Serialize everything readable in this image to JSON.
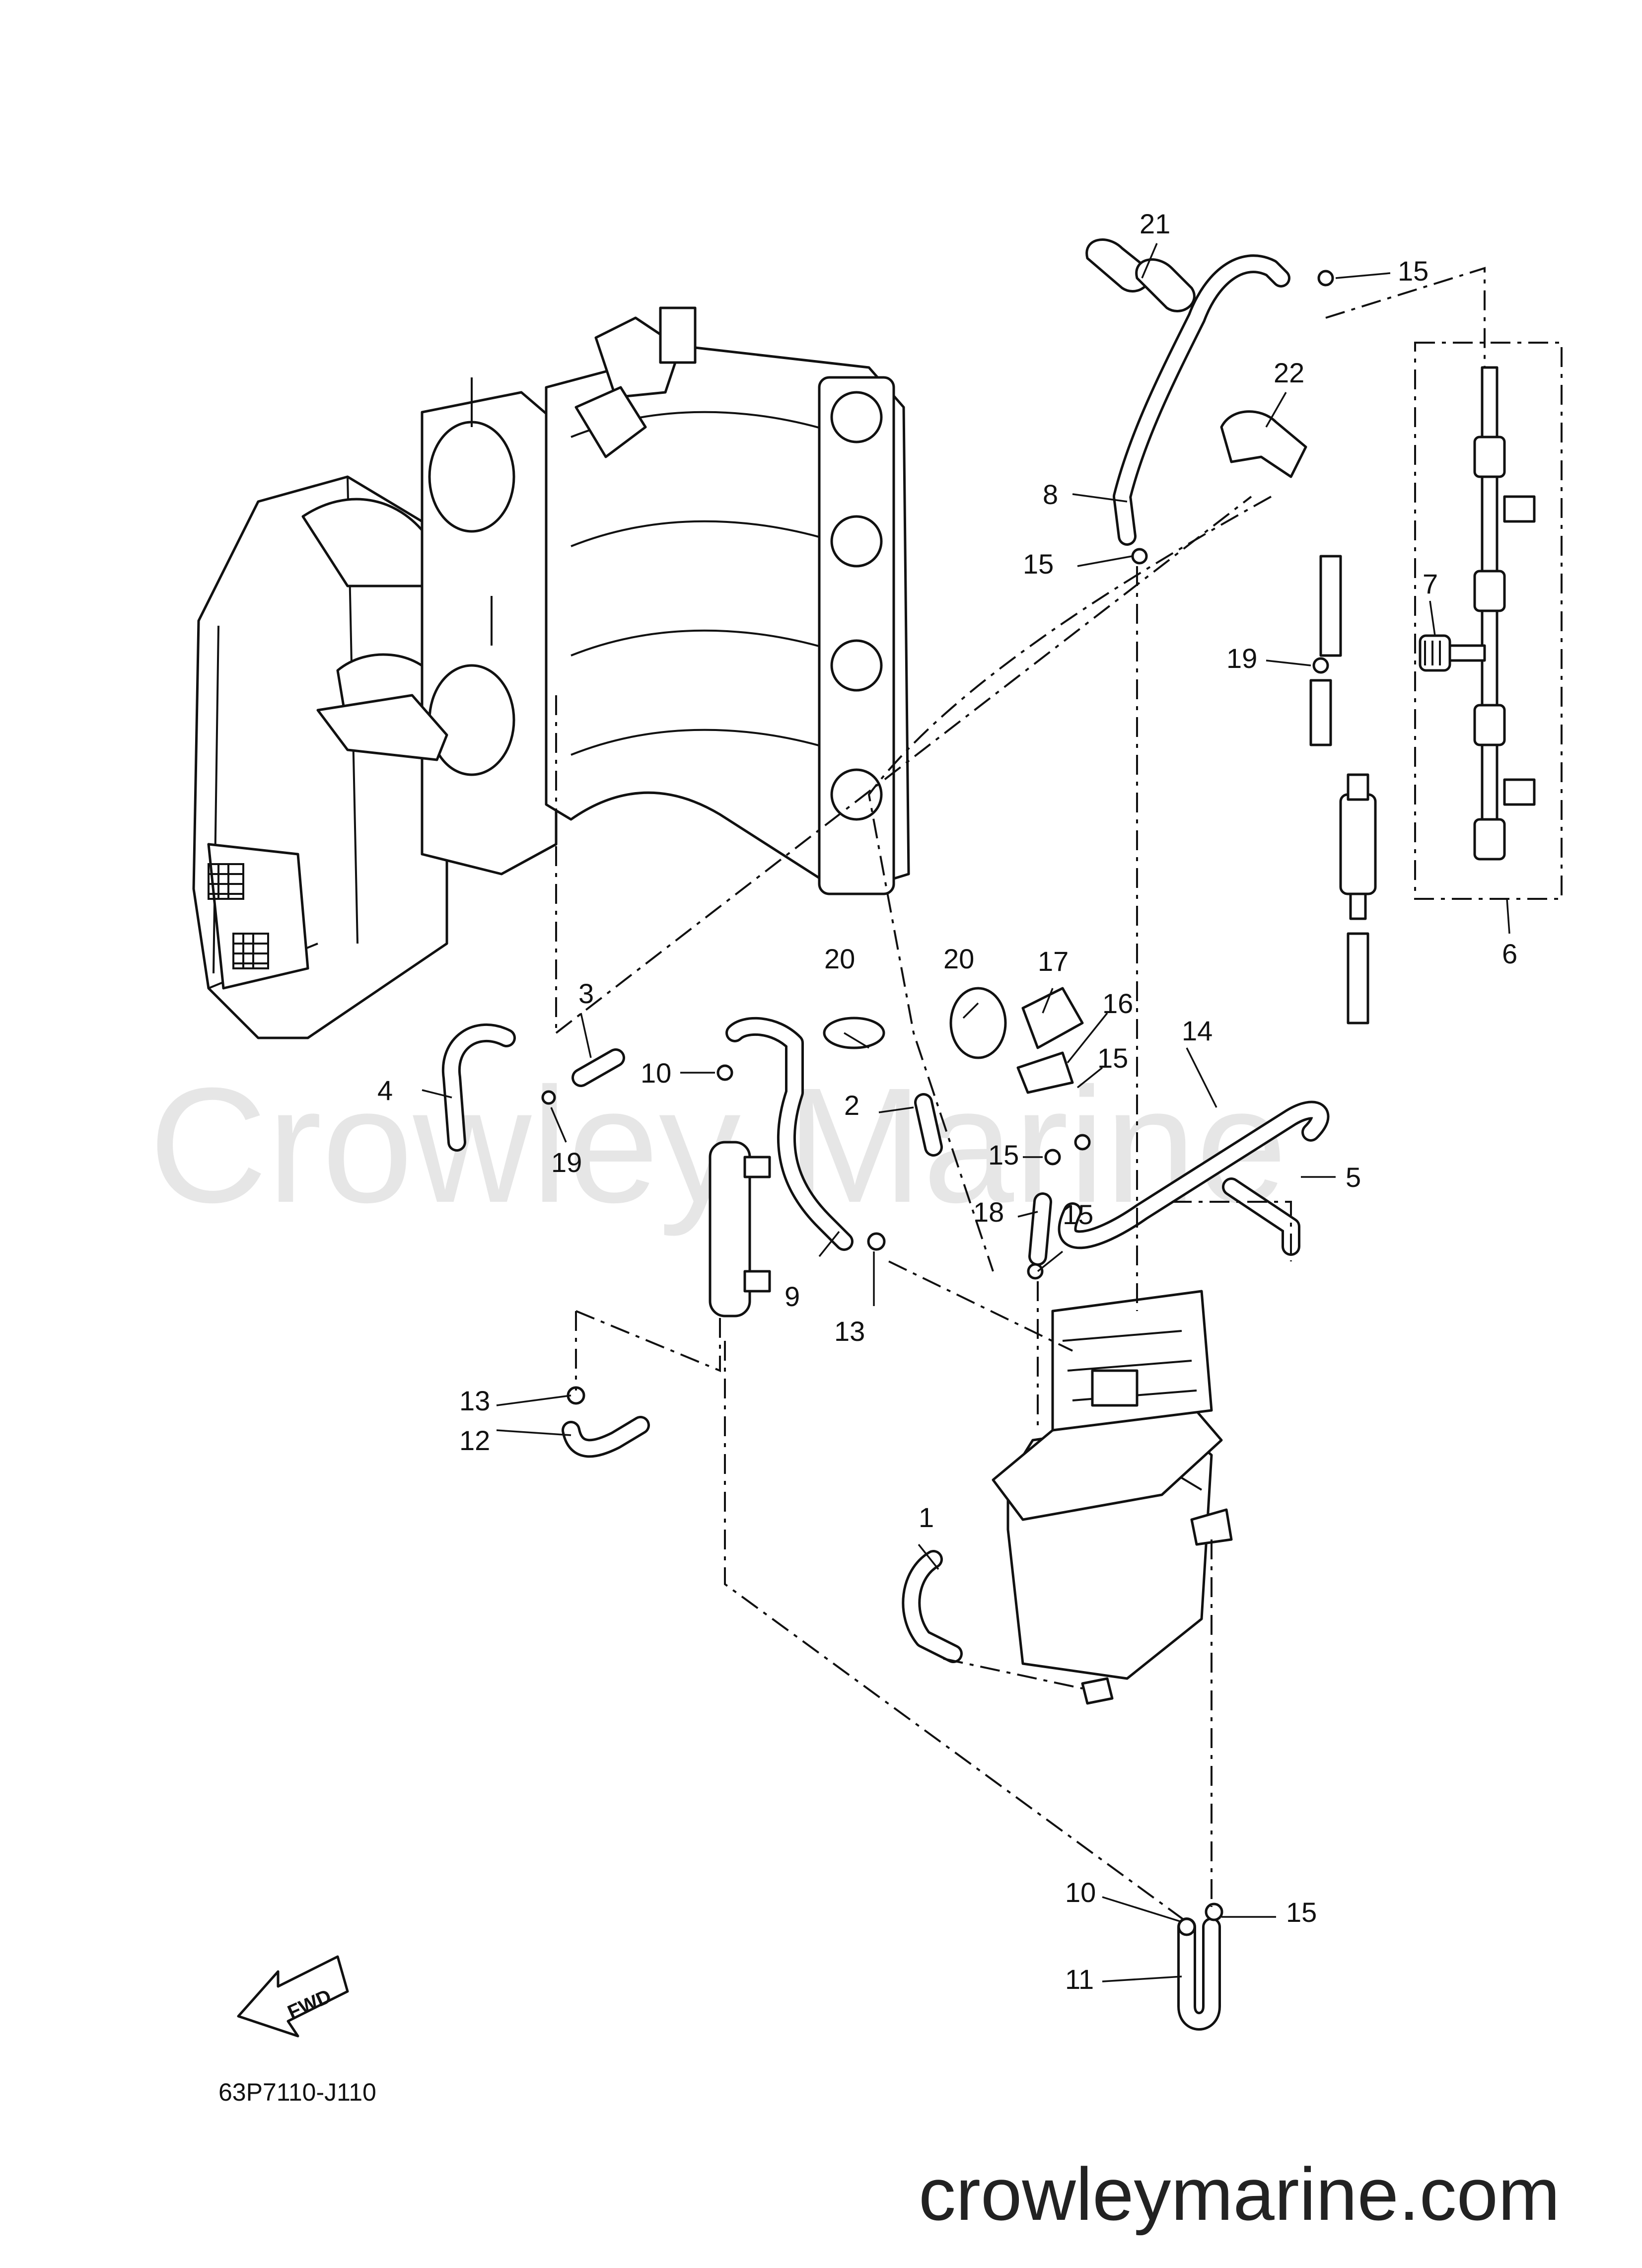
{
  "watermark": "Crowley Marine",
  "diagram_code": "63P7110-J110",
  "website": "crowleymarine.com",
  "fwd_label": "FWD",
  "callouts": {
    "c1": "1",
    "c2": "2",
    "c3": "3",
    "c4": "4",
    "c5": "5",
    "c6": "6",
    "c7": "7",
    "c8": "8",
    "c9": "9",
    "c10a": "10",
    "c10b": "10",
    "c11": "11",
    "c12": "12",
    "c13a": "13",
    "c13b": "13",
    "c14": "14",
    "c15a": "15",
    "c15b": "15",
    "c15c": "15",
    "c15d": "15",
    "c15e": "15",
    "c15f": "15",
    "c16": "16",
    "c17": "17",
    "c18": "18",
    "c19a": "19",
    "c19b": "19",
    "c20a": "20",
    "c20b": "20",
    "c21": "21",
    "c22": "22"
  }
}
